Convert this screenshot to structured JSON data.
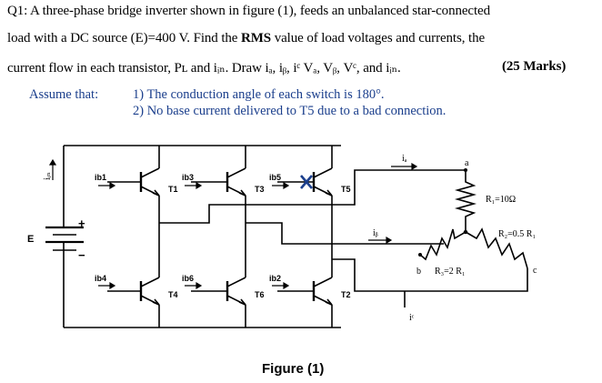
{
  "question": {
    "line1": "Q1: A three-phase bridge inverter shown in figure (1), feeds an unbalanced star-connected",
    "line2_pre": "load with a DC source (E)=400 V. Find the ",
    "line2_bold": "RMS",
    "line2_post": " value of load voltages and currents, the",
    "line3": "current flow in each transistor, Pʟ  and iᵢₙ. Draw iₐ, iᵦ, iᶜ Vₐ, Vᵦ, Vᶜ, and iᵢₙ.",
    "marks": "(25 Marks)"
  },
  "assumptions": {
    "label": "Assume that:",
    "item1": "1) The conduction angle of each switch is 180°.",
    "item2": "2) No base current delivered to T5 due to a bad connection."
  },
  "figure": {
    "caption": "Figure (1)",
    "source_label": "E",
    "plus": "+",
    "minus": "−",
    "iin": "iᵢₙ",
    "transistors": [
      "T1",
      "T3",
      "T5",
      "T4",
      "T6",
      "T2"
    ],
    "base_currents": [
      "ib1",
      "ib3",
      "ib5",
      "ib4",
      "ib6",
      "ib2"
    ],
    "line_currents": [
      "iₐ",
      "iᵦ",
      "iᶜ"
    ],
    "nodes": [
      "a",
      "b",
      "c"
    ],
    "resistors": [
      "R₁=10Ω",
      "R₂=0.5 R₁",
      "R₃=2 R₁"
    ]
  }
}
